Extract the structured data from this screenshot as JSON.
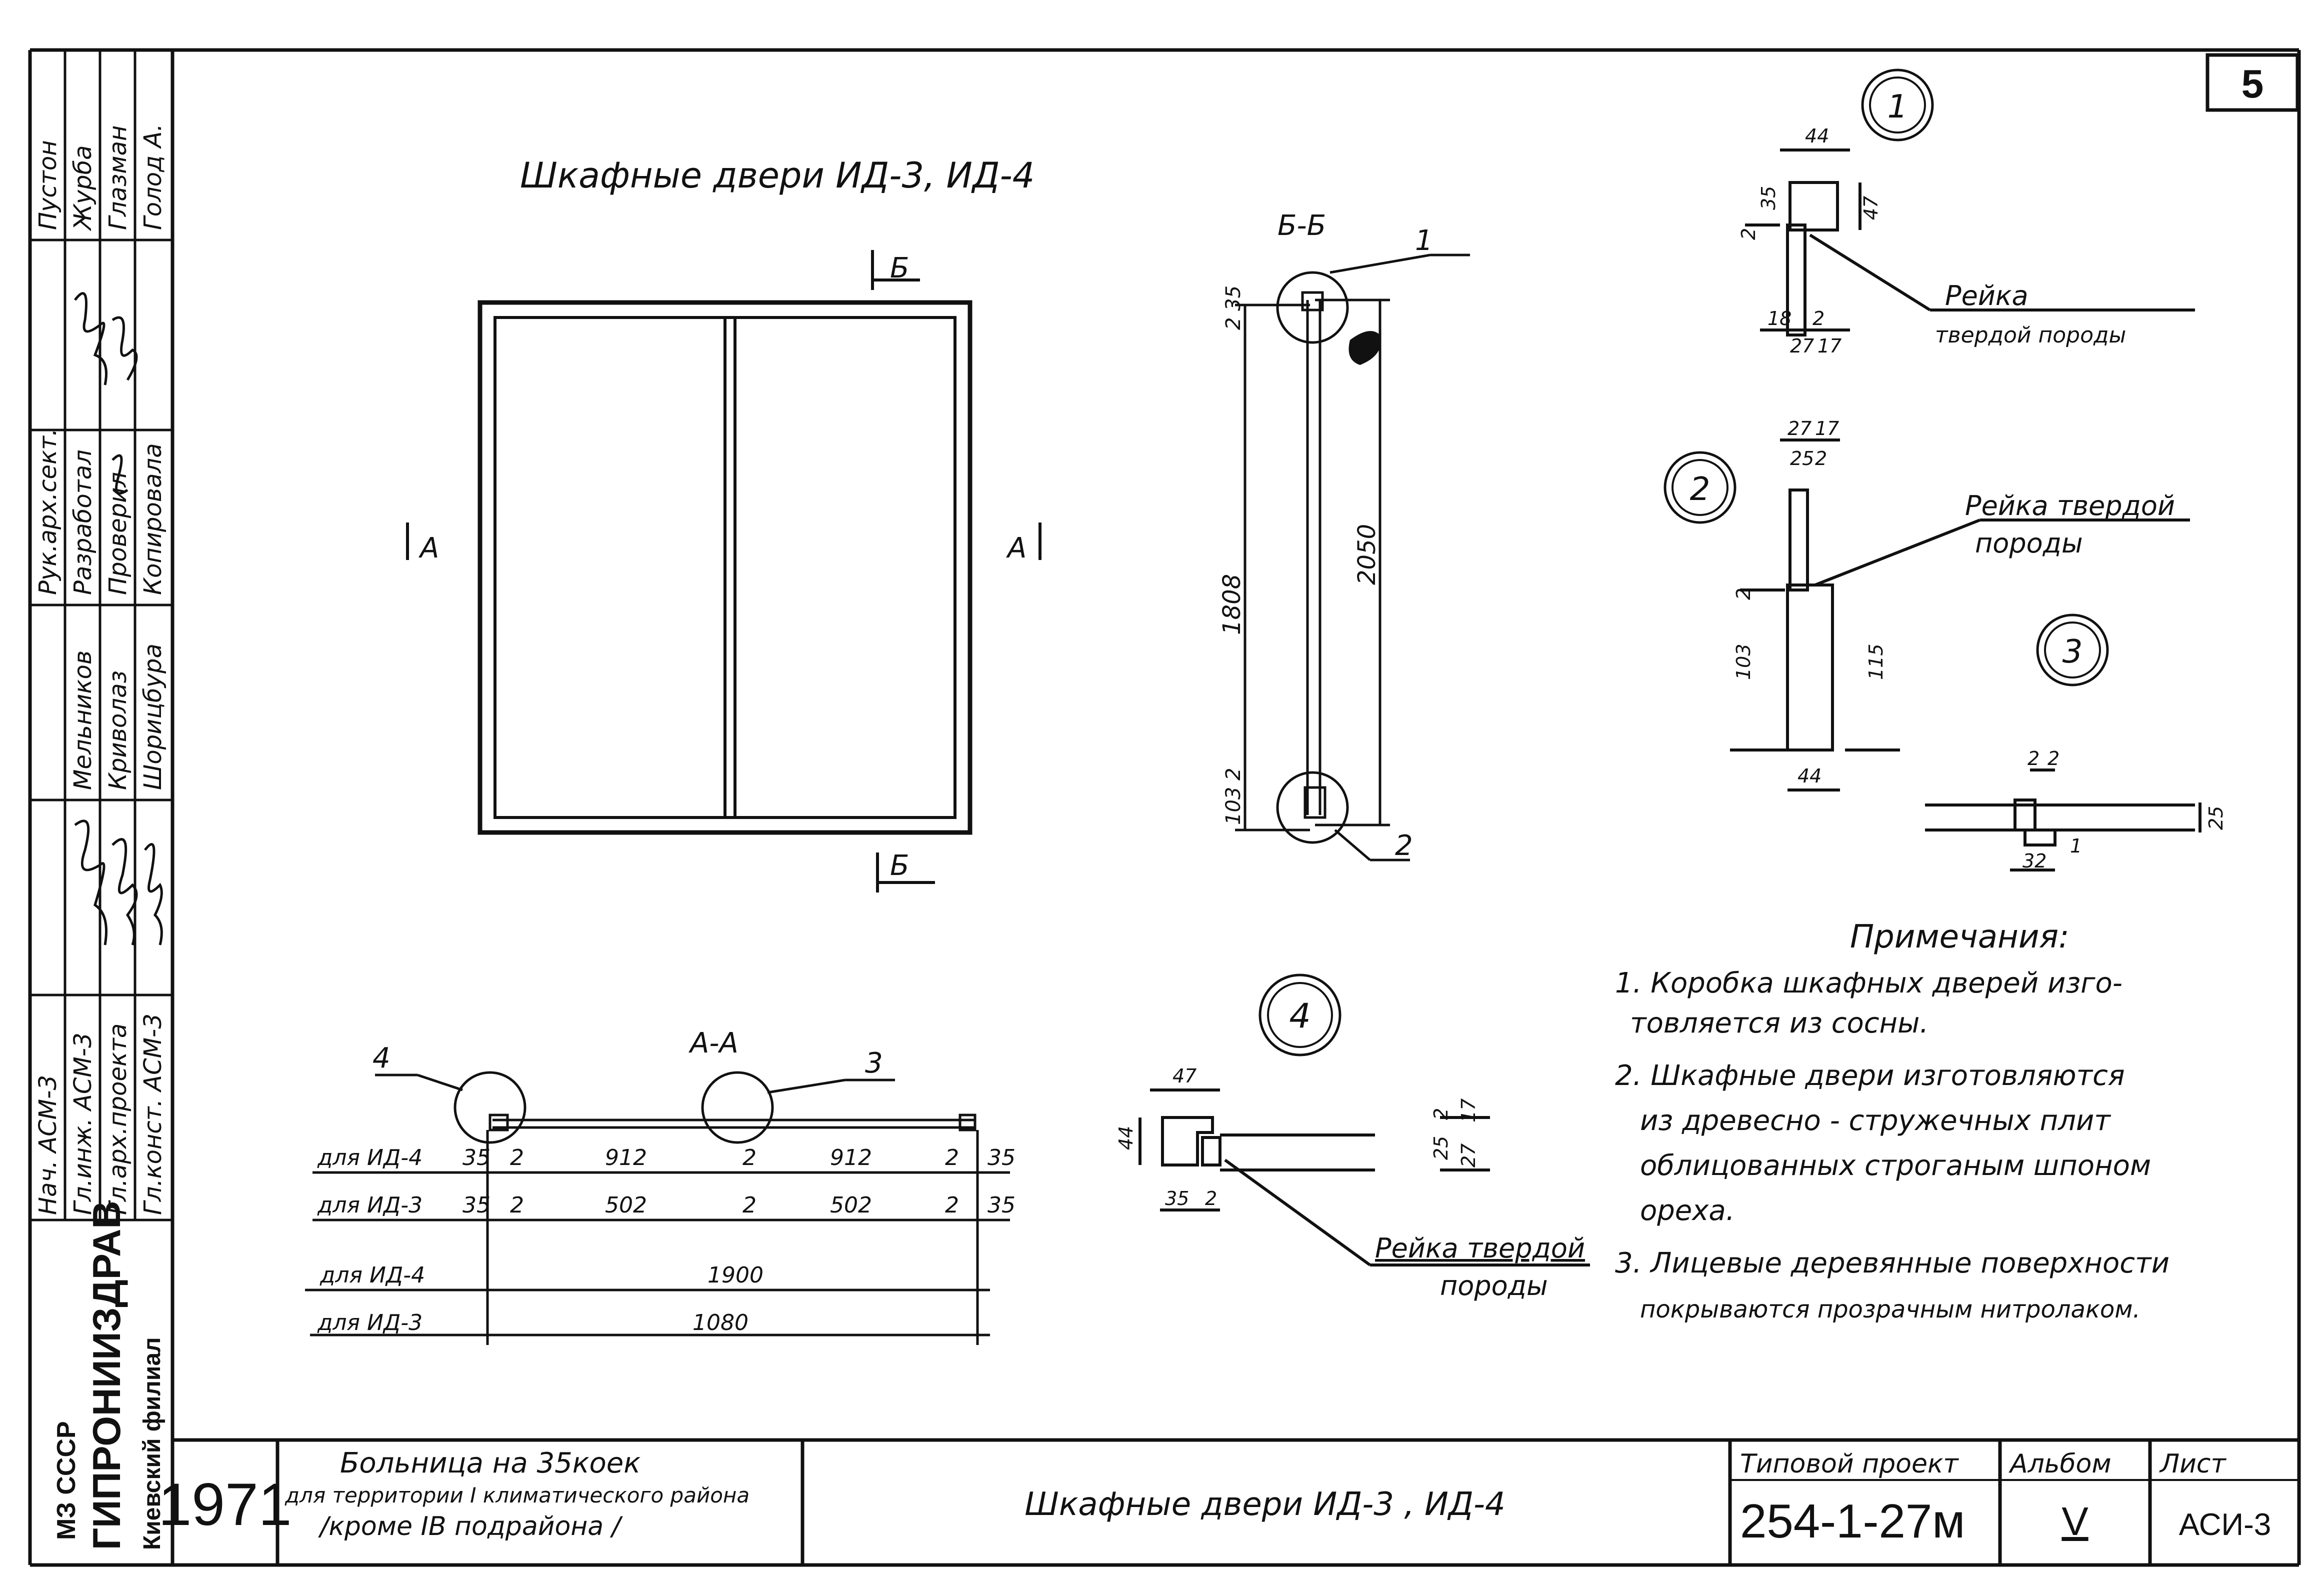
{
  "sheet": {
    "page_number": "5",
    "drawing_title": "Шкафные двери ИД-3, ИД-4",
    "organization": {
      "ministry": "МЗ СССР",
      "institute": "ГИПРОНИИЗДРАВ",
      "branch": "Киевский филиал"
    },
    "year": "1971",
    "project_name_line1": "Больница на 35коек",
    "project_name_line2": "для территории I климатического района",
    "project_name_line3": "/кроме IB подрайона /",
    "sheet_name": "Шкафные двери ИД-3 , ИД-4",
    "type_project_label": "Типовой проект",
    "type_project_number": "254-1-27м",
    "album_label": "Альбом",
    "album_value": "V",
    "sheet_label": "Лист",
    "sheet_value": "АСИ-3"
  },
  "stamp": {
    "positions": [
      "Нач. АСМ-3",
      "Гл.инж. АСМ-3",
      "Гл.арх.проекта",
      "Гл.конст. АСМ-3"
    ],
    "names": [
      "Мельников",
      "Криволаз",
      "Шорицбура"
    ],
    "roles": [
      "Рук.арх.сект.",
      "Разработал",
      "Проверил",
      "Копировала"
    ],
    "people": [
      "Пустон",
      "Журба",
      "Глазман",
      "Голод А."
    ]
  },
  "section_marks": {
    "b_top": "Б",
    "b_bottom": "Б",
    "a_left": "А",
    "a_right": "А",
    "section_bb": "Б-Б",
    "section_aa": "А-А"
  },
  "callouts": {
    "c1": "1",
    "c2": "2",
    "c3": "3",
    "c4": "4",
    "detail1": "1",
    "detail2": "2",
    "detail3": "3",
    "detail4": "4"
  },
  "section_bb_dims": {
    "top_small": "2 35",
    "clear_height": "1808",
    "overall_height": "2050",
    "bottom_small": "103 2"
  },
  "section_aa_rows": [
    {
      "label": "для ИД-4",
      "values": [
        "35",
        "2",
        "912",
        "2",
        "912",
        "2",
        "35"
      ]
    },
    {
      "label": "для ИД-3",
      "values": [
        "35",
        "2",
        "502",
        "2",
        "502",
        "2",
        "35"
      ]
    },
    {
      "label": "для ИД-4",
      "values": [
        "1900"
      ]
    },
    {
      "label": "для ИД-3",
      "values": [
        "1080"
      ]
    }
  ],
  "detail1_dims": {
    "width": "44",
    "height": "47",
    "d35": "35",
    "d2": "2",
    "b1": "18",
    "b2": "2",
    "b3": "27",
    "b4": "17"
  },
  "detail1_label": [
    "Рейка",
    "твердой породы"
  ],
  "detail2_dims": {
    "t1": "27",
    "t2": "17",
    "t3": "25",
    "t4": "2",
    "d2": "2",
    "h103": "103",
    "h115": "115",
    "w44": "44"
  },
  "detail2_label": [
    "Рейка твердой",
    "породы"
  ],
  "detail3_dims": {
    "d2a": "2",
    "d2b": "2",
    "d25": "25",
    "d32": "32",
    "d1": "1"
  },
  "detail4_dims": {
    "w47": "47",
    "h44": "44",
    "d35": "35",
    "d2": "2",
    "d25": "25",
    "d2b": "2",
    "d27": "27",
    "d17": "17"
  },
  "detail4_label": [
    "Рейка твердой",
    "породы"
  ],
  "notes": {
    "heading": "Примечания:",
    "items": [
      [
        "1. Коробка шкафных дверей изго-",
        "товляется из сосны."
      ],
      [
        "2. Шкафные двери изготовляются",
        "из древесно - стружечных плит",
        "облицованных строганым шпоном",
        "ореха."
      ],
      [
        "3. Лицевые деревянные поверхности",
        "покрываются прозрачным нитролаком."
      ]
    ]
  }
}
